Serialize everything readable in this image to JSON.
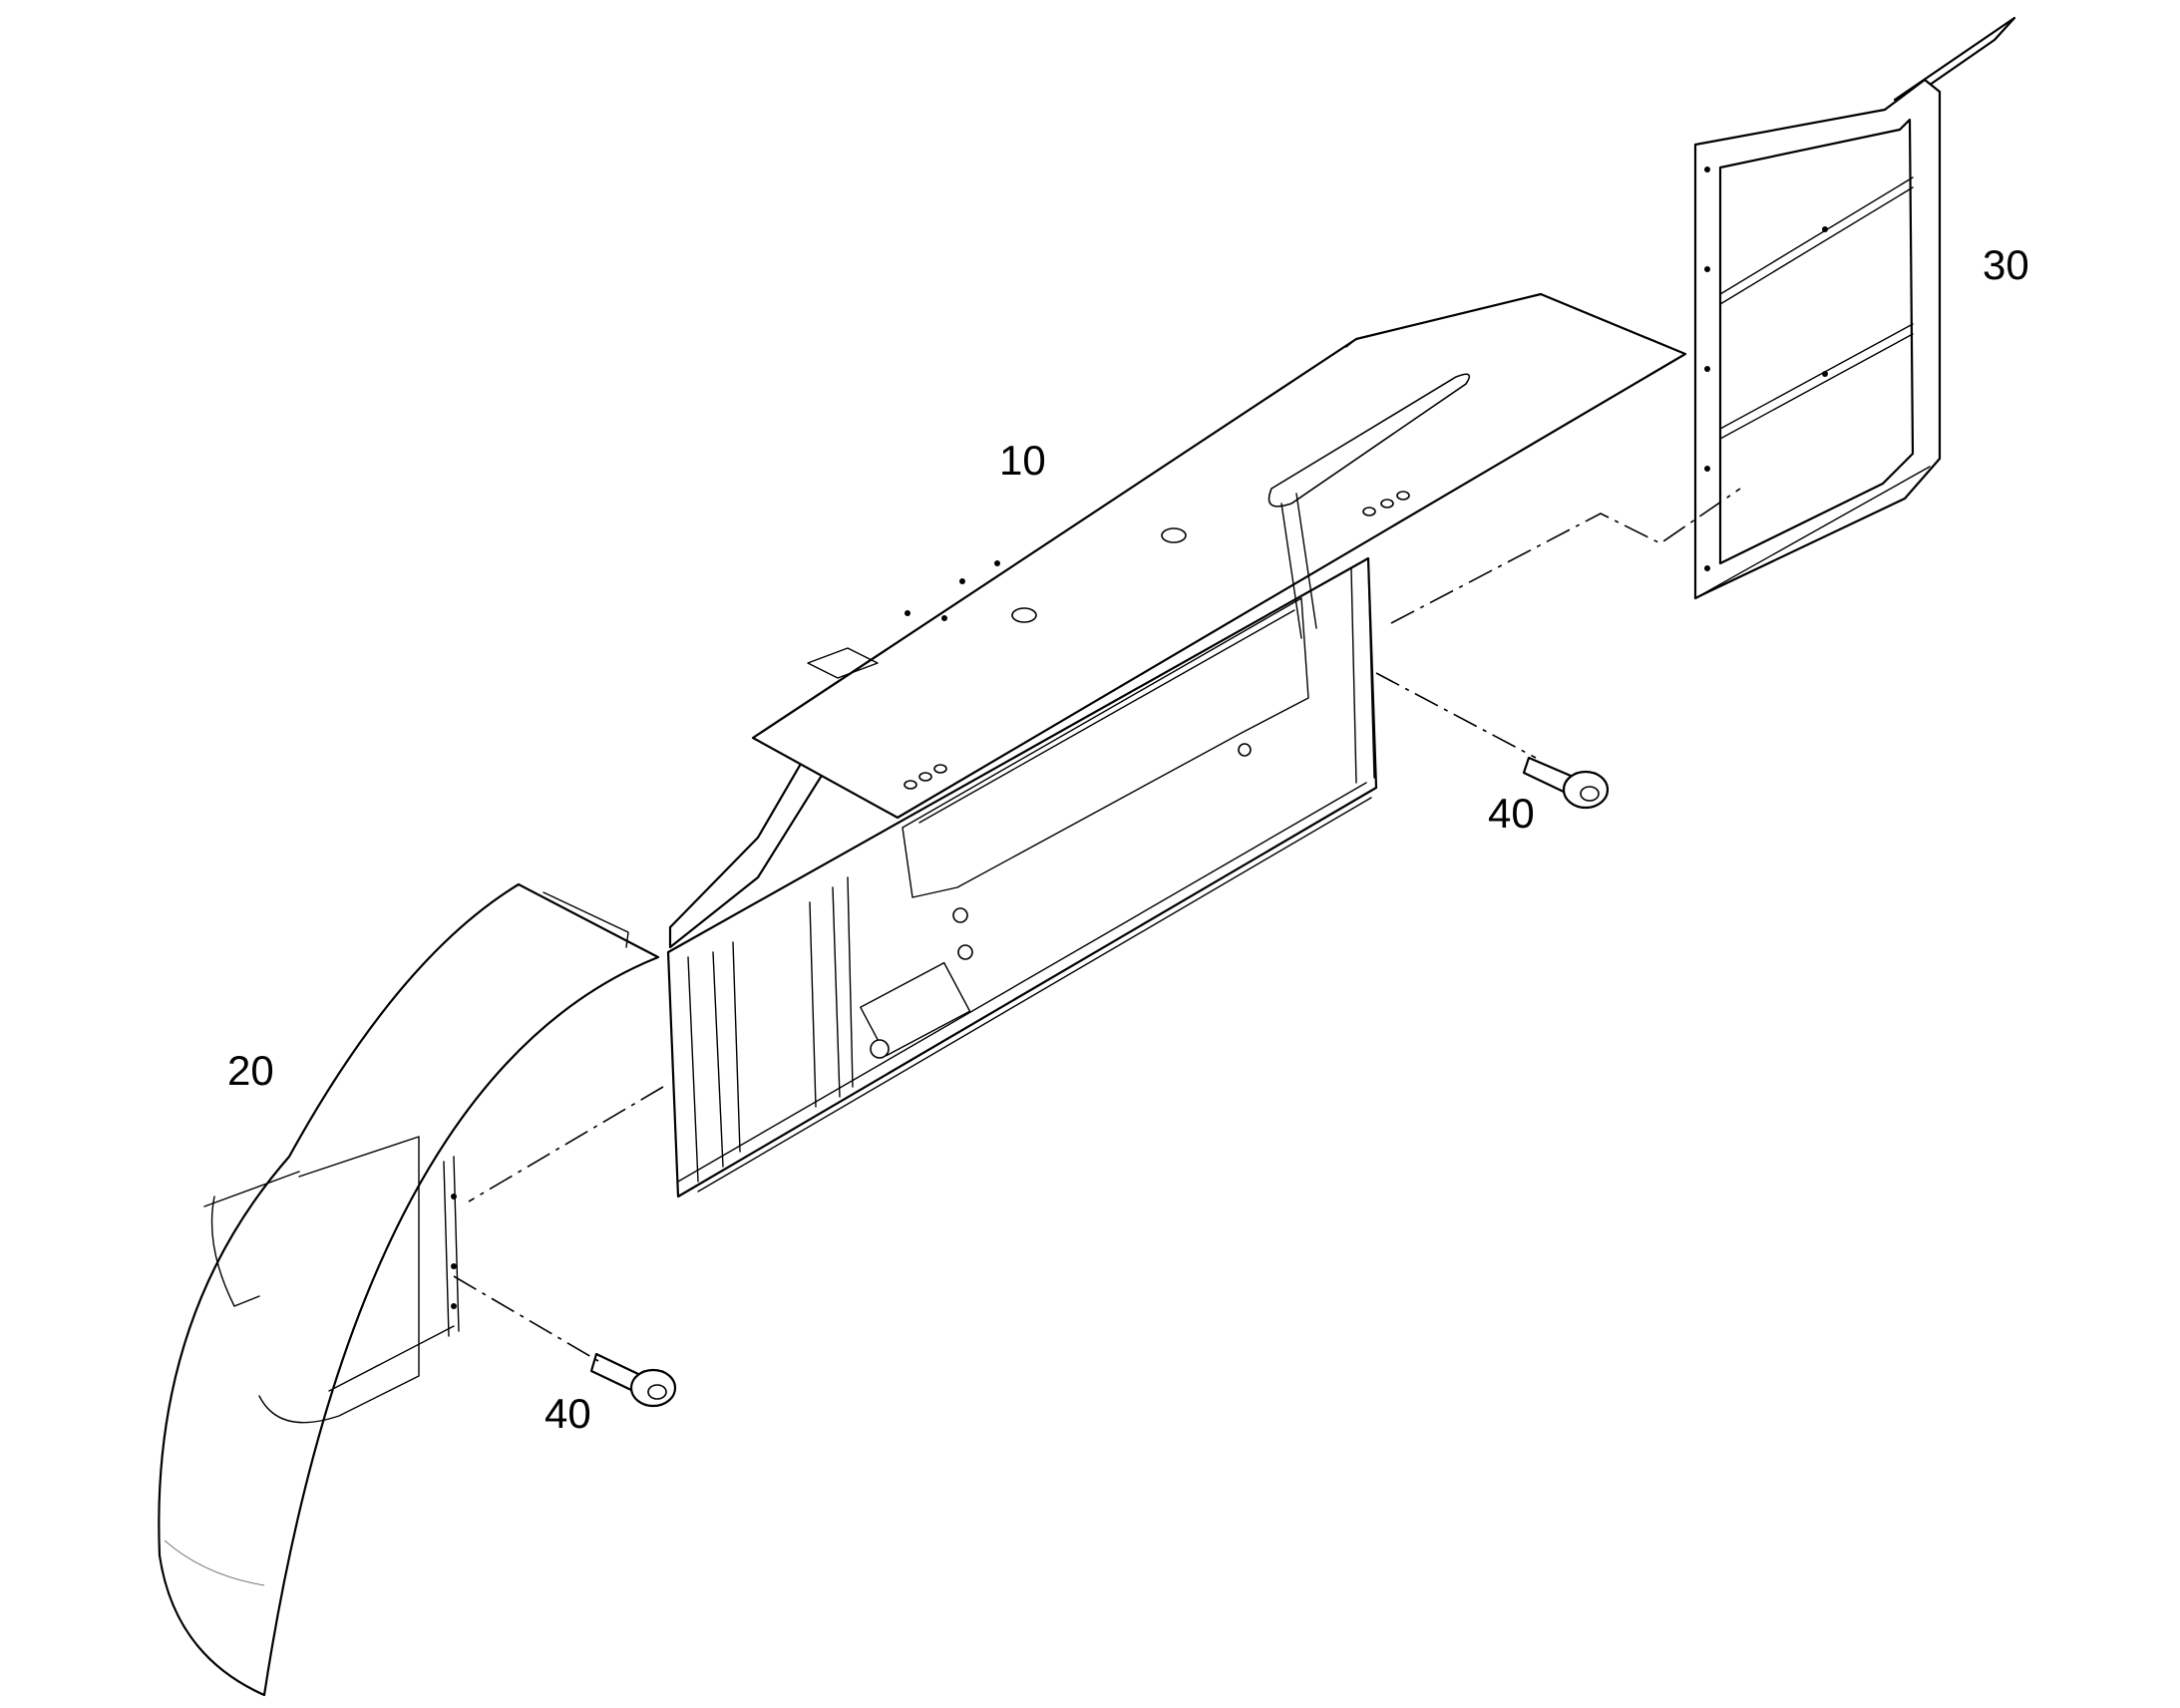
{
  "diagram": {
    "callouts": [
      {
        "id": "10"
      },
      {
        "id": "20"
      },
      {
        "id": "30"
      },
      {
        "id": "40"
      },
      {
        "id": "40"
      }
    ]
  }
}
